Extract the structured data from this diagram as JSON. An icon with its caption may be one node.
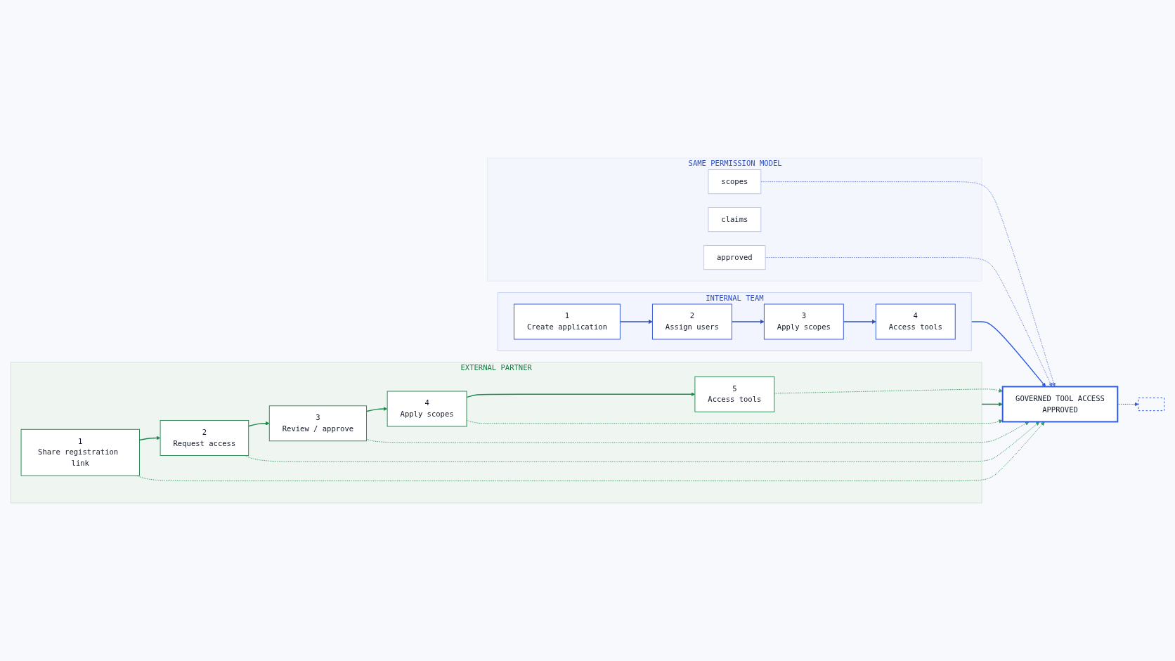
{
  "diagram": {
    "nodes": [
      {
        "text": [
          "INTERNAL TEAM"
        ]
      },
      {
        "text": [
          "1",
          "Create application"
        ],
        "in": 0
      },
      {
        "text": [
          "2",
          "Assign users"
        ],
        "in": 0
      },
      {
        "text": [
          "3",
          "Apply scopes"
        ],
        "in": 0
      },
      {
        "text": [
          "4",
          "Access tools"
        ],
        "in": 0
      },
      {
        "text": [
          "EXTERNAL PARTNER"
        ]
      },
      {
        "text": [
          "1",
          "Share registration link"
        ],
        "in": 5
      },
      {
        "text": [
          "2",
          "Request access"
        ],
        "in": 5
      },
      {
        "text": [
          "3",
          "Review / approve"
        ],
        "in": 5
      },
      {
        "text": [
          "4",
          "Apply scopes"
        ],
        "in": 5
      },
      {
        "text": [
          "5",
          "Access tools"
        ],
        "in": 5
      },
      {
        "text": [
          "GOVERNED TOOL ACCESS",
          "APPROVED"
        ]
      },
      {
        "text": [],
        "shape": "box"
      },
      {
        "text": [
          "SAME PERMISSION MODEL"
        ]
      },
      {
        "text": [
          "scopes"
        ],
        "in": 13
      },
      {
        "text": [
          "claims"
        ],
        "in": 13
      },
      {
        "text": [
          "approved"
        ],
        "in": 13
      }
    ],
    "edges": [
      {
        "from": 1,
        "to": 2,
        "arrow": "to",
        "color": "#2f4fc4"
      },
      {
        "from": 2,
        "to": 3,
        "arrow": "to",
        "color": "#2f4fc4"
      },
      {
        "from": 3,
        "to": 4,
        "arrow": "to",
        "color": "#2f4fc4"
      },
      {
        "from": 0,
        "to": 11,
        "arrow": "to",
        "color": "#2f5be0"
      },
      {
        "from": 6,
        "to": 7,
        "arrow": "to",
        "color": "#1e8a4c"
      },
      {
        "from": 7,
        "to": 8,
        "arrow": "to",
        "color": "#1e8a4c"
      },
      {
        "from": 8,
        "to": 9,
        "arrow": "to",
        "color": "#1e8a4c"
      },
      {
        "from": 9,
        "to": 10,
        "arrow": "to",
        "color": "#1e8a4c"
      },
      {
        "from": 5,
        "to": 11,
        "arrow": "to",
        "color": "#1e8a4c"
      },
      {
        "from": 11,
        "to": 12,
        "arrow": "to",
        "style": "dashed",
        "color": "#2f5be0"
      },
      {
        "from": 6,
        "to": 11,
        "arrow": "to",
        "style": "dashed",
        "color": "#3f9a66"
      },
      {
        "from": 7,
        "to": 11,
        "arrow": "to",
        "style": "dashed",
        "color": "#3f9a66"
      },
      {
        "from": 8,
        "to": 11,
        "arrow": "to",
        "style": "dashed",
        "color": "#3f9a66"
      },
      {
        "from": 9,
        "to": 11,
        "arrow": "to",
        "style": "dashed",
        "color": "#3f9a66"
      },
      {
        "from": 10,
        "to": 11,
        "arrow": "to",
        "style": "dashed",
        "color": "#3f9a66"
      },
      {
        "from": 14,
        "to": 11,
        "arrow": "to",
        "style": "dashed",
        "color": "#6b80d6"
      },
      {
        "from": 16,
        "to": 11,
        "arrow": "to",
        "style": "dashed",
        "color": "#6b80d6"
      }
    ]
  }
}
